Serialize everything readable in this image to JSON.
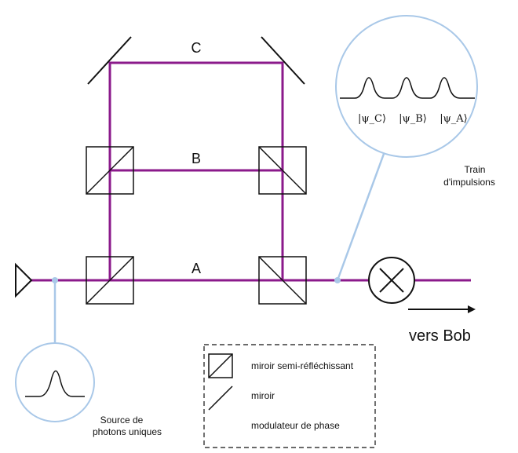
{
  "colors": {
    "beam": "#8b1a8b",
    "connector": "#a9c8e8",
    "stroke": "#111111"
  },
  "arms": {
    "a": "A",
    "b": "B",
    "c": "C"
  },
  "pulse_train": {
    "title_line1": "Train",
    "title_line2": "d'impulsions",
    "states": [
      "|ψ_C⟩",
      "|ψ_B⟩",
      "|ψ_A⟩"
    ]
  },
  "source": {
    "label_line1": "Source de",
    "label_line2": "photons uniques"
  },
  "output": {
    "label": "vers Bob"
  },
  "legend": {
    "items": [
      {
        "icon": "beam-splitter-icon",
        "label": "miroir semi-réfléchissant"
      },
      {
        "icon": "mirror-icon",
        "label": "miroir"
      },
      {
        "icon": "phase-modulator-icon",
        "label": "modulateur de phase"
      }
    ]
  }
}
